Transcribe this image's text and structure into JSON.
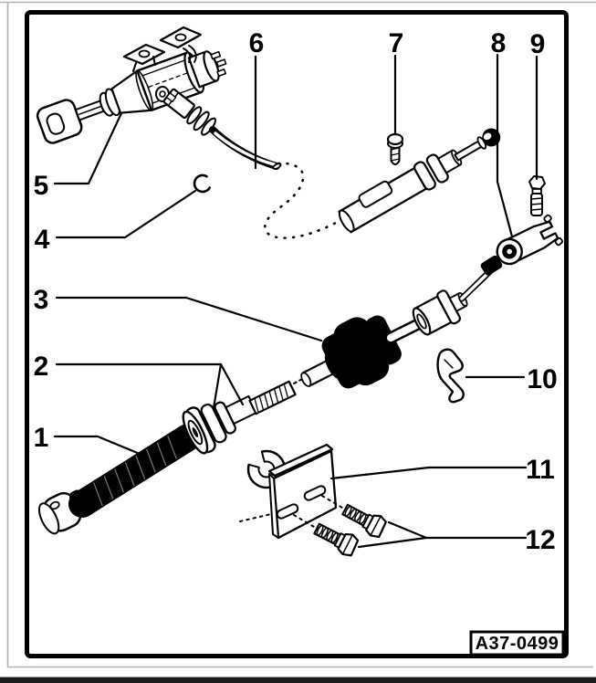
{
  "figure": {
    "code_label": "A37-0499"
  },
  "callouts": [
    {
      "number": "1"
    },
    {
      "number": "2"
    },
    {
      "number": "3"
    },
    {
      "number": "4"
    },
    {
      "number": "5"
    },
    {
      "number": "6"
    },
    {
      "number": "7"
    },
    {
      "number": "8"
    },
    {
      "number": "9"
    },
    {
      "number": "10"
    },
    {
      "number": "11"
    },
    {
      "number": "12"
    }
  ],
  "colors": {
    "ink": "#000000",
    "paper": "#ffffff",
    "page_frame_gray": "#b0b0b0",
    "bottom_bar": "#1c1c1c"
  }
}
